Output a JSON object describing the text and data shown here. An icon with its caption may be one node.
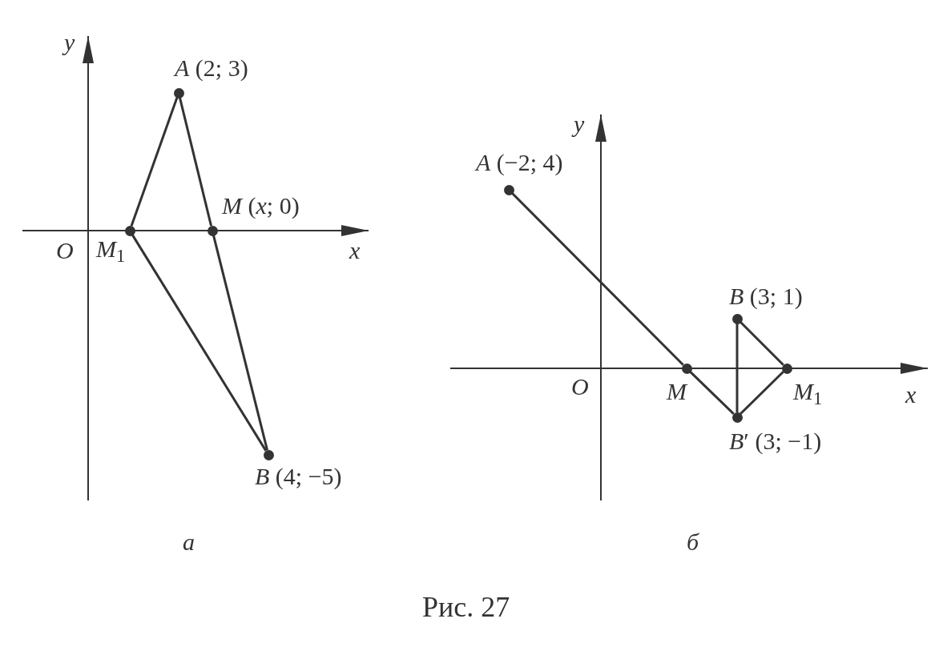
{
  "diagram": {
    "caption": "Рис. 27",
    "nodes": [
      {
        "text": [],
        "shape": "circle",
        "beside": [
          "*A* (2; 3)"
        ]
      },
      {
        "text": [],
        "shape": "circle",
        "beside": [
          "*M*$_{1}$"
        ]
      },
      {
        "text": [],
        "shape": "circle",
        "beside": [
          "*M* (*x*; 0)"
        ]
      },
      {
        "text": [],
        "shape": "circle",
        "beside": [
          "*B* (4; −5)"
        ]
      },
      {
        "text": [],
        "shape": "circle",
        "beside": [
          "*A* (−2; 4)"
        ]
      },
      {
        "text": [],
        "shape": "circle",
        "beside": [
          "*M*"
        ]
      },
      {
        "text": [],
        "shape": "circle",
        "beside": [
          "*M*$_{1}$"
        ]
      },
      {
        "text": [],
        "shape": "circle",
        "beside": [
          "*B* (3; 1)"
        ]
      },
      {
        "text": [],
        "shape": "circle",
        "beside": [
          "*B*′ (3; −1)"
        ]
      }
    ],
    "edges": [
      {
        "from": 0,
        "to": 1,
        "arrow": "none"
      },
      {
        "from": 0,
        "to": 2,
        "arrow": "none"
      },
      {
        "from": 1,
        "to": 3,
        "arrow": "none"
      },
      {
        "from": 2,
        "to": 3,
        "arrow": "none"
      },
      {
        "from": 4,
        "to": 5,
        "arrow": "none"
      },
      {
        "from": 5,
        "to": 8,
        "arrow": "none"
      },
      {
        "from": 7,
        "to": 8,
        "arrow": "none"
      },
      {
        "from": 7,
        "to": 6,
        "arrow": "none"
      },
      {
        "from": 6,
        "to": 8,
        "arrow": "none"
      }
    ],
    "labels": [
      "y",
      "O",
      "x",
      "а",
      "y",
      "O",
      "x",
      "б"
    ]
  }
}
